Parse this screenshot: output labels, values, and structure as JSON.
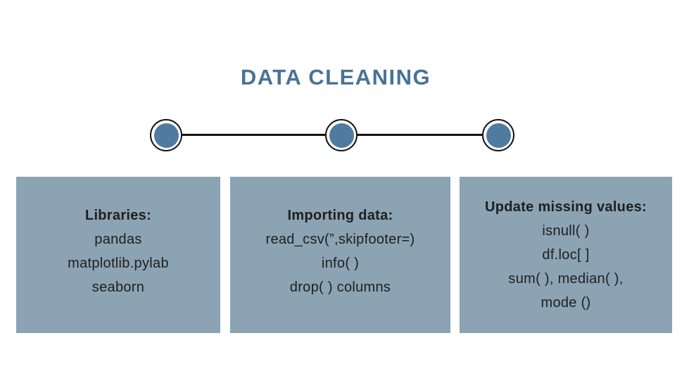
{
  "slide": {
    "title": "DATA CLEANING"
  },
  "timeline": {
    "node_count": 3
  },
  "cards": [
    {
      "heading": "Libraries:",
      "lines": [
        "pandas",
        "matplotlib.pylab",
        "seaborn"
      ]
    },
    {
      "heading": "Importing data:",
      "lines": [
        "read_csv(”,skipfooter=)",
        "info( )",
        "drop( ) columns"
      ]
    },
    {
      "heading": "Update missing values:",
      "lines": [
        "isnull( )",
        "df.loc[ ]",
        "sum( ), median( ),",
        "mode ()"
      ]
    }
  ],
  "colors": {
    "title": "#4a7296",
    "node_fill": "#4f7ba0",
    "connector": "#141414",
    "card_bg": "#8ba3b3",
    "card_text": "#1f1f1f"
  }
}
